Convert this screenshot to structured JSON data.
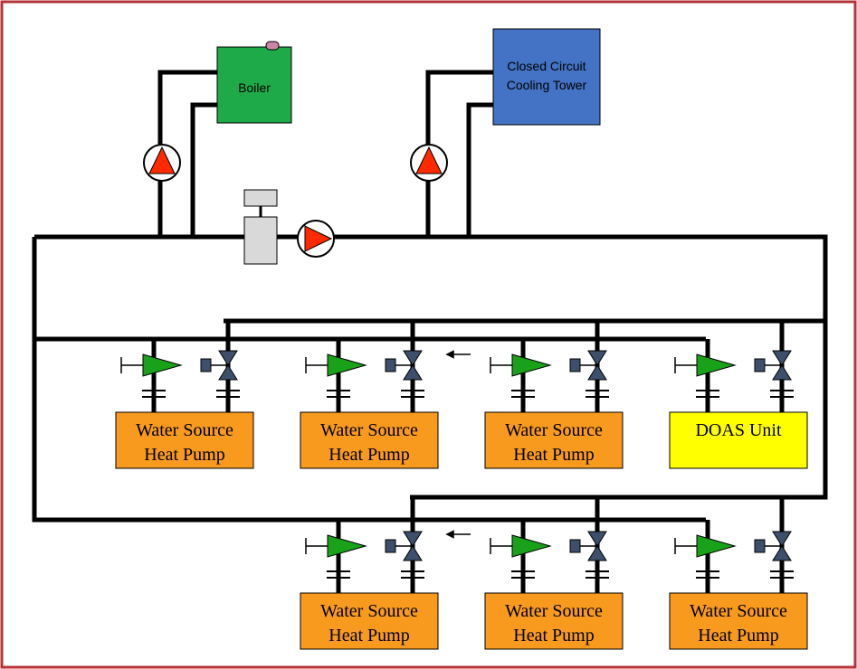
{
  "equipment": {
    "boiler": {
      "label": "Boiler",
      "color": "#1faa4a"
    },
    "cooling_tower": {
      "line1": "Closed Circuit",
      "line2": "Cooling Tower",
      "color": "#4472c4"
    }
  },
  "units": [
    {
      "line1": "Water Source",
      "line2": "Heat Pump",
      "color": "#f79a1e"
    },
    {
      "line1": "Water Source",
      "line2": "Heat Pump",
      "color": "#f79a1e"
    },
    {
      "line1": "Water Source",
      "line2": "Heat Pump",
      "color": "#f79a1e"
    },
    {
      "line1": "DOAS Unit",
      "line2": "",
      "color": "#ffff00"
    },
    {
      "line1": "Water Source",
      "line2": "Heat Pump",
      "color": "#f79a1e"
    },
    {
      "line1": "Water Source",
      "line2": "Heat Pump",
      "color": "#f79a1e"
    },
    {
      "line1": "Water Source",
      "line2": "Heat Pump",
      "color": "#f79a1e"
    }
  ],
  "colors": {
    "pipe": "#000000",
    "pump_fill": "#ff2a00",
    "border": "#b5343a",
    "control_valve": "#1aa11a",
    "valve_body": "#3d4f6b",
    "heat_exchanger": "#d9d9d9"
  }
}
